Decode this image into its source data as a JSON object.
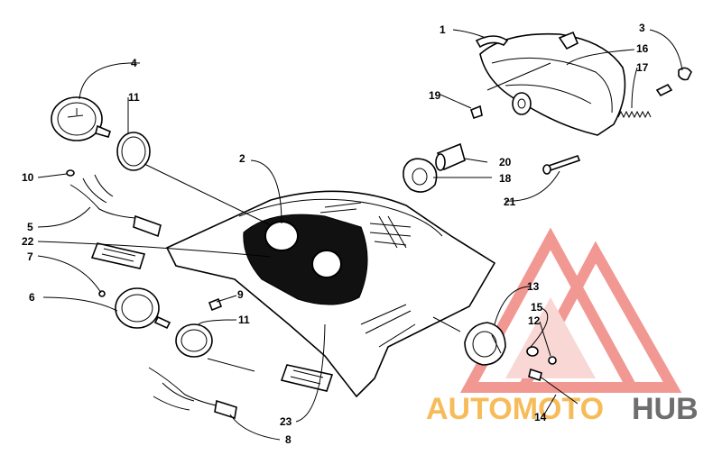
{
  "callouts": [
    {
      "id": "label-1",
      "text": "1"
    },
    {
      "id": "label-2",
      "text": "2"
    },
    {
      "id": "label-3",
      "text": "3"
    },
    {
      "id": "label-4",
      "text": "4"
    },
    {
      "id": "label-5",
      "text": "5"
    },
    {
      "id": "label-6",
      "text": "6"
    },
    {
      "id": "label-7",
      "text": "7"
    },
    {
      "id": "label-8",
      "text": "8"
    },
    {
      "id": "label-9",
      "text": "9"
    },
    {
      "id": "label-10",
      "text": "10"
    },
    {
      "id": "label-11a",
      "text": "11"
    },
    {
      "id": "label-11b",
      "text": "11"
    },
    {
      "id": "label-12",
      "text": "12"
    },
    {
      "id": "label-13",
      "text": "13"
    },
    {
      "id": "label-14",
      "text": "14"
    },
    {
      "id": "label-15",
      "text": "15"
    },
    {
      "id": "label-16",
      "text": "16"
    },
    {
      "id": "label-17",
      "text": "17"
    },
    {
      "id": "label-18",
      "text": "18"
    },
    {
      "id": "label-19",
      "text": "19"
    },
    {
      "id": "label-20",
      "text": "20"
    },
    {
      "id": "label-21",
      "text": "21"
    },
    {
      "id": "label-22",
      "text": "22"
    },
    {
      "id": "label-23",
      "text": "23"
    }
  ],
  "watermark": {
    "part1": "AUTOMOTO",
    "part2": "HUB",
    "color_red": "#e8443c",
    "color_orange": "#f5a623",
    "color_gray": "#555555"
  }
}
